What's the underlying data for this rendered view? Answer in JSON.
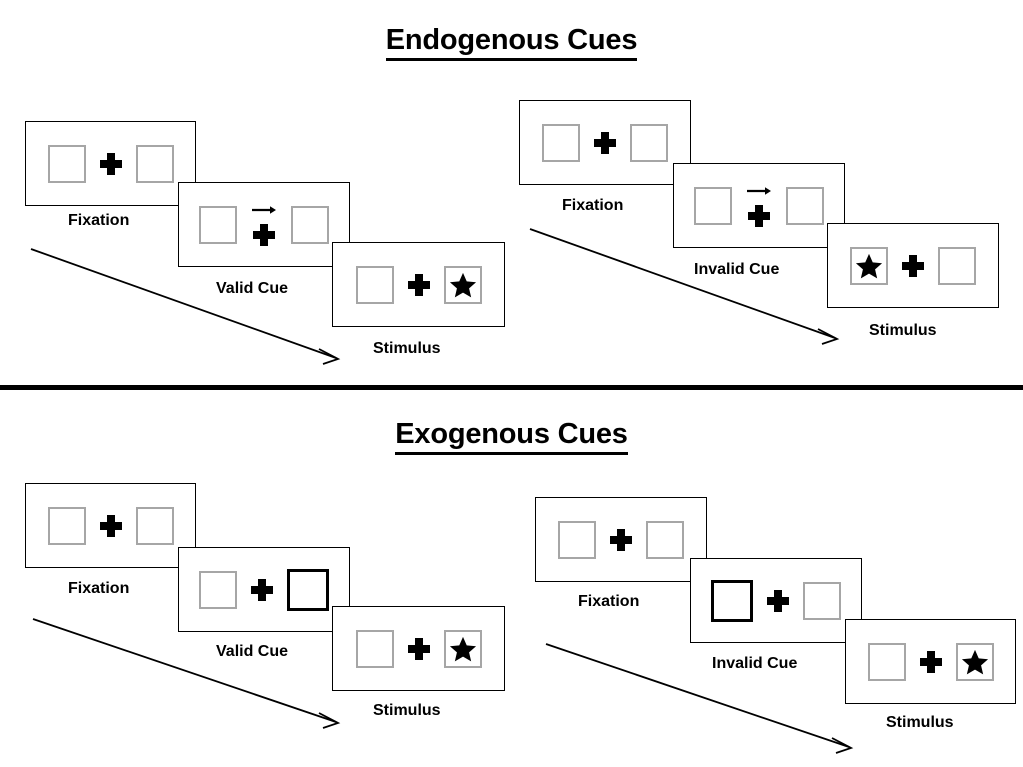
{
  "figure": {
    "title_top": "Endogenous Cues",
    "title_bottom": "Exogenous Cues"
  },
  "sections": [
    {
      "id": "endogenous",
      "title": "Endogenous Cues",
      "columns": [
        {
          "id": "valid",
          "cards": [
            {
              "label": "Fixation",
              "left_box": "empty",
              "center": "plus",
              "right_box": "empty"
            },
            {
              "label": "Valid Cue",
              "left_box": "empty",
              "center": "arrow-plus",
              "right_box": "empty"
            },
            {
              "label": "Stimulus",
              "left_box": "empty",
              "center": "plus",
              "right_box": "star"
            }
          ]
        },
        {
          "id": "invalid",
          "cards": [
            {
              "label": "Fixation",
              "left_box": "empty",
              "center": "plus",
              "right_box": "empty"
            },
            {
              "label": "Invalid Cue",
              "left_box": "empty",
              "center": "arrow-plus",
              "right_box": "empty"
            },
            {
              "label": "Stimulus",
              "left_box": "star",
              "center": "plus",
              "right_box": "empty"
            }
          ]
        }
      ]
    },
    {
      "id": "exogenous",
      "title": "Exogenous Cues",
      "columns": [
        {
          "id": "valid",
          "cards": [
            {
              "label": "Fixation",
              "left_box": "empty",
              "center": "plus",
              "right_box": "empty"
            },
            {
              "label": "Valid Cue",
              "left_box": "empty",
              "center": "plus",
              "right_box": "cued"
            },
            {
              "label": "Stimulus",
              "left_box": "empty",
              "center": "plus",
              "right_box": "star"
            }
          ]
        },
        {
          "id": "invalid",
          "cards": [
            {
              "label": "Fixation",
              "left_box": "empty",
              "center": "plus",
              "right_box": "empty"
            },
            {
              "label": "Invalid Cue",
              "left_box": "cued",
              "center": "plus",
              "right_box": "empty"
            },
            {
              "label": "Stimulus",
              "left_box": "empty",
              "center": "plus",
              "right_box": "star"
            }
          ]
        }
      ]
    }
  ],
  "icons": {
    "plus": "fixation-cross-icon",
    "star": "star-icon",
    "cue_arrow": "right-arrow-cue-icon",
    "flow_arrow": "time-flow-arrow-icon"
  },
  "colors": {
    "stroke": "#000000",
    "box_border": "#a6a6a6",
    "background": "#ffffff"
  }
}
